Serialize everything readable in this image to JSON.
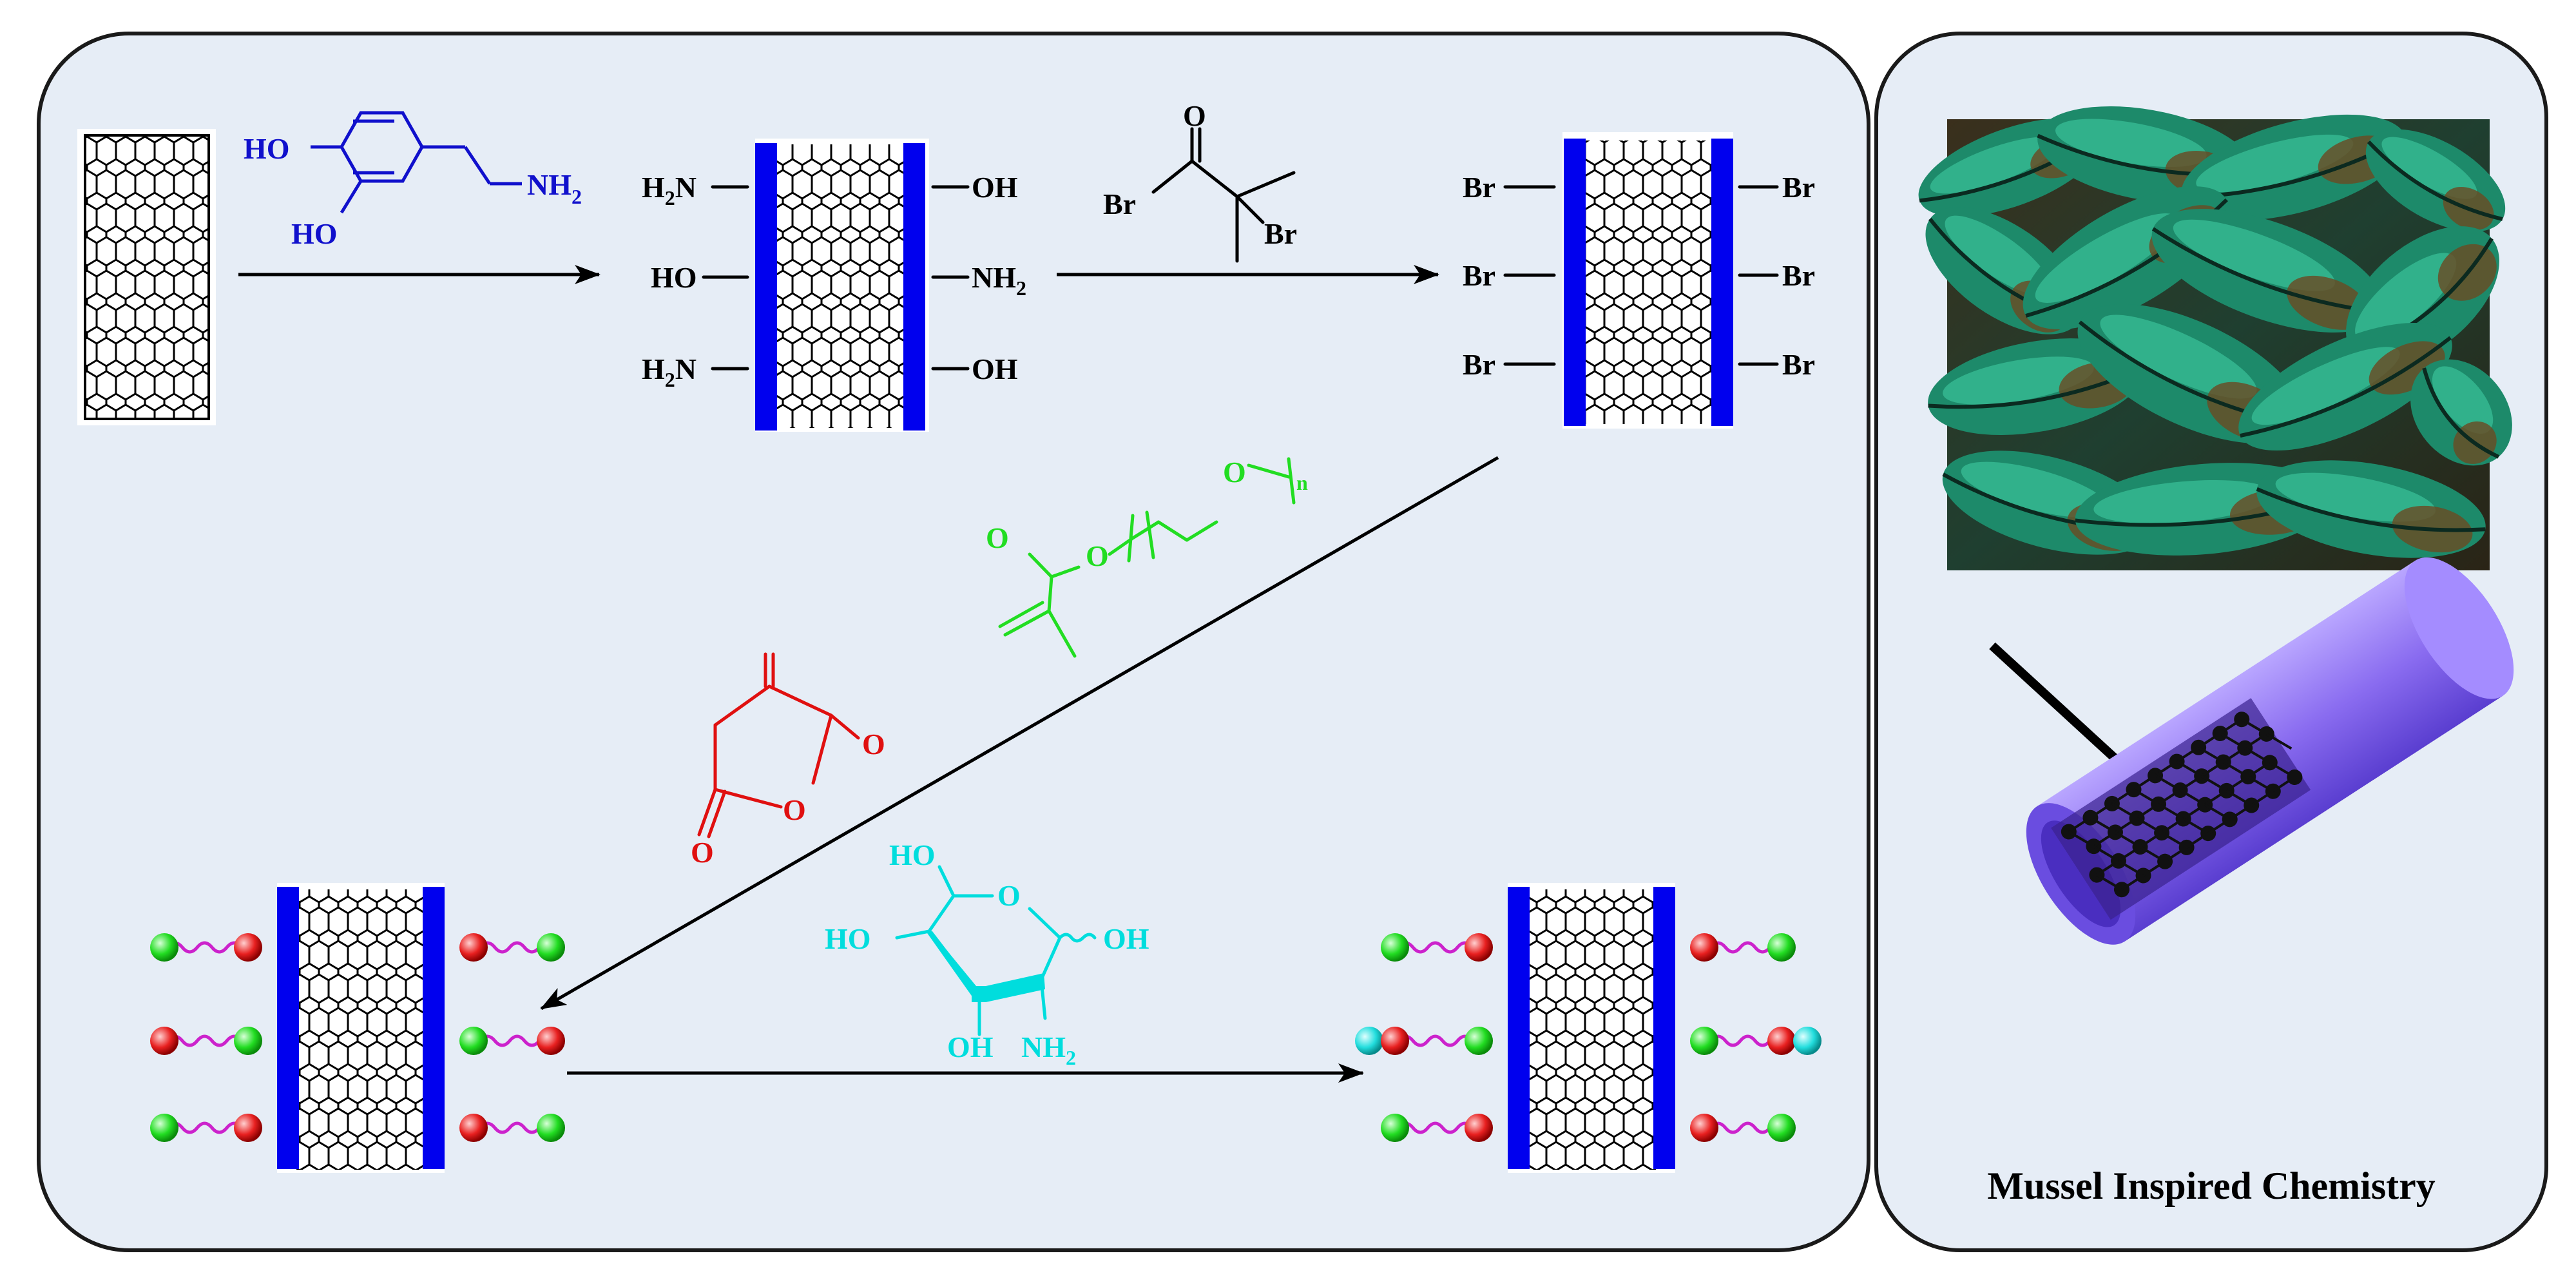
{
  "colors": {
    "panel_bg": "#e6edf6",
    "panel_border": "#1a1a1a",
    "coating_blue": "#0000ee",
    "dopamine_blue": "#1010cc",
    "peg_green": "#22dd22",
    "itaconic_red": "#e01010",
    "glucosamine_cyan": "#00dddd",
    "wave_magenta": "#cc22cc",
    "tube_purple": "#8a6cf0"
  },
  "dopamine": {
    "ho_top": "HO",
    "ho_bottom": "HO",
    "nh2": "NH",
    "nh2_sub": "2"
  },
  "cnt_pda": {
    "left": [
      {
        "text": "H",
        "sub": "2",
        "tail": "N"
      },
      {
        "text": "HO"
      },
      {
        "text": "H",
        "sub": "2",
        "tail": "N"
      }
    ],
    "right": [
      {
        "text": "OH"
      },
      {
        "text": "NH",
        "sub": "2"
      },
      {
        "text": "OH"
      }
    ]
  },
  "bibb": {
    "br_left": "Br",
    "o_label": "O",
    "br_right": "Br"
  },
  "cnt_br": {
    "left": [
      "Br",
      "Br",
      "Br"
    ],
    "right": [
      "Br",
      "Br",
      "Br"
    ]
  },
  "pegma": {
    "o1": "O",
    "o2": "O",
    "o3": "O",
    "n": "n"
  },
  "itaconic": {
    "o_right": "O",
    "o_ring": "O",
    "o_left": "O"
  },
  "glucosamine": {
    "ho_top": "HO",
    "o_ring": "O",
    "ho_left": "HO",
    "oh_right": "OH",
    "oh_bottom": "OH",
    "nh2": "NH",
    "nh2_sub": "2"
  },
  "right_panel": {
    "caption": "Mussel Inspired Chemistry"
  }
}
